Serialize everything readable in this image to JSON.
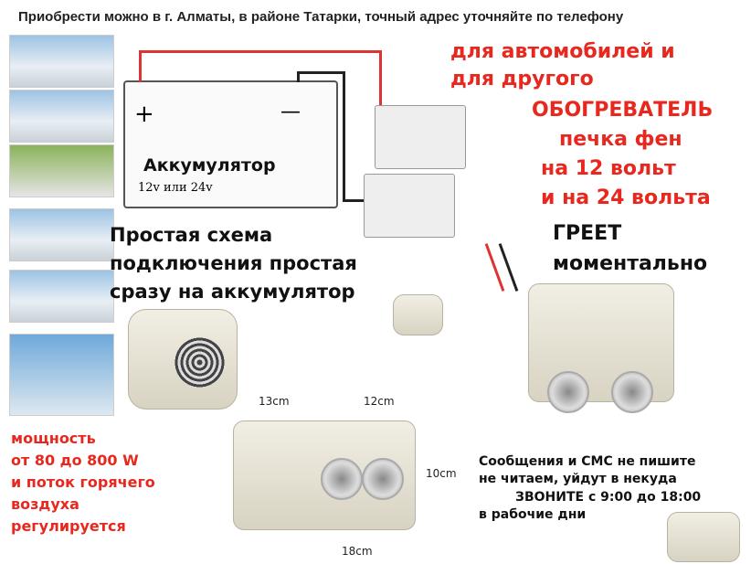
{
  "header": {
    "text": "Приобрести можно в г. Алматы, в районе Татарки, точный адрес уточняйте по телефону"
  },
  "headline": {
    "line1": "для автомобилей и",
    "line2": "для другого",
    "line3": "ОБОГРЕВАТЕЛЬ",
    "line4": "печка фен",
    "line5": "на 12 вольт",
    "line6": "и на 24 вольта"
  },
  "battery": {
    "label": "Аккумулятор",
    "voltage": "12v или 24v",
    "plus": "+",
    "minus": "—"
  },
  "scheme": {
    "line1": "Простая схема",
    "line2": "подключения простая",
    "line3": "сразу на аккумулятор"
  },
  "heats": {
    "line1": "ГРЕЕТ",
    "line2": "моментально"
  },
  "power": {
    "line1": "мощность",
    "line2": "от 80 до 800 W",
    "line3": "и поток горячего",
    "line4": "воздуха",
    "line5": "регулируется"
  },
  "dimensions": {
    "width": "13cm",
    "depth": "12cm",
    "height": "10cm",
    "length": "18cm"
  },
  "notice": {
    "line1": "Сообщения и СМС не пишите",
    "line2": "не читаем, уйдут в некуда",
    "line3": "ЗВОНИТЕ с 9:00 до 18:00",
    "line4": "в рабочие дни"
  },
  "colors": {
    "accent": "#e8281e",
    "text": "#111111"
  }
}
